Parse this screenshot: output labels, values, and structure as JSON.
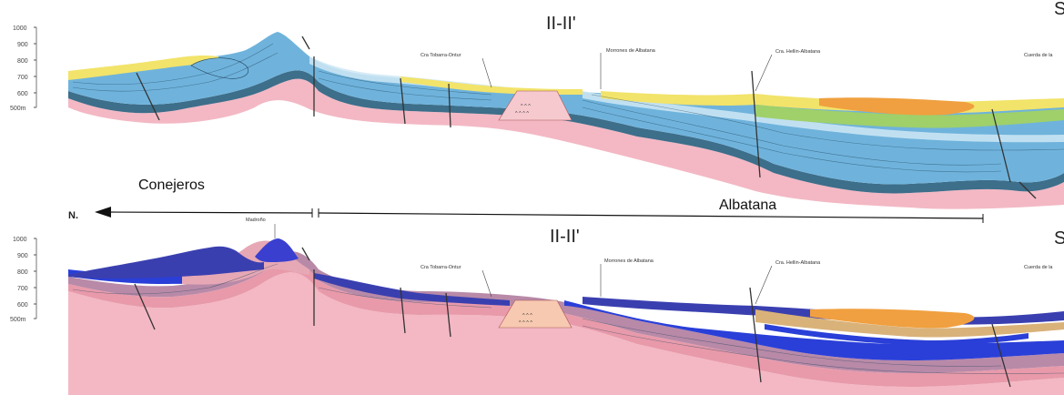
{
  "top_section": {
    "title": "II-II'",
    "scale_labels": [
      "1000",
      "900",
      "800",
      "700",
      "600",
      "500m"
    ],
    "locality_labels": [
      "Cra Tobarra-Ontur",
      "Morrones de Albatana",
      "Cra. Hellin-Albatana",
      "Cuerda de la"
    ],
    "edge_letter": "S"
  },
  "bottom_section": {
    "title": "II-II'",
    "scale_labels": [
      "1000",
      "900",
      "800",
      "700",
      "600",
      "500m"
    ],
    "locality_labels": [
      "Madroño",
      "Cra Tobarra-Ontur",
      "Morrones de Albatana",
      "Cra. Hellin-Albatana",
      "Cuerda de la"
    ],
    "edge_letter": "S"
  },
  "direction": {
    "north_label": "N.",
    "left_area": "Conejeros",
    "right_area": "Albatana"
  },
  "colors": {
    "limestone_blue": "#6fb3dc",
    "light_blue": "#cfe8f5",
    "dark_band": "#3d6e8a",
    "pink_base": "#f3b8c4",
    "yellow_cover": "#f2e36a",
    "green_band": "#9fd06a",
    "orange_top": "#f0a040",
    "royal_blue": "#2a3fd8",
    "mauve": "#b88aa8"
  }
}
